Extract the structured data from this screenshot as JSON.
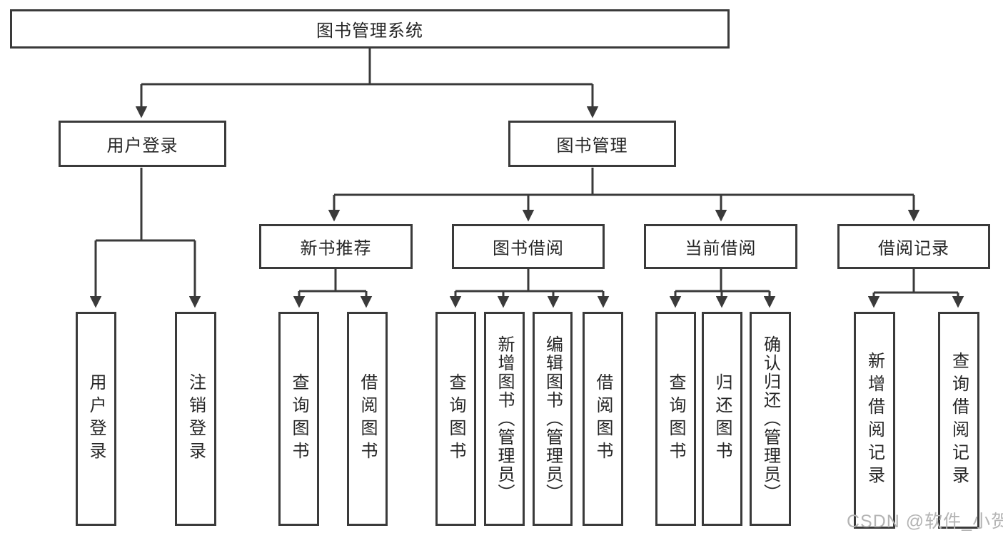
{
  "tree": {
    "root": {
      "label": "图书管理系统"
    },
    "children": [
      {
        "label": "用户登录",
        "children": [
          {
            "label": "用户登录"
          },
          {
            "label": "注销登录"
          }
        ]
      },
      {
        "label": "图书管理",
        "children": [
          {
            "label": "新书推荐",
            "children": [
              {
                "label": "查询图书"
              },
              {
                "label": "借阅图书"
              }
            ]
          },
          {
            "label": "图书借阅",
            "children": [
              {
                "label": "查询图书"
              },
              {
                "label": "新增图书（管理员）"
              },
              {
                "label": "编辑图书（管理员）"
              },
              {
                "label": "借阅图书"
              }
            ]
          },
          {
            "label": "当前借阅",
            "children": [
              {
                "label": "查询图书"
              },
              {
                "label": "归还图书"
              },
              {
                "label": "确认归还（管理员）"
              }
            ]
          },
          {
            "label": "借阅记录",
            "children": [
              {
                "label": "新增借阅记录"
              },
              {
                "label": "查询借阅记录"
              }
            ]
          }
        ]
      }
    ]
  },
  "watermark": {
    "text": "CSDN @软件_小贺同学"
  },
  "colors": {
    "line": "#3a3a3a",
    "text": "#262626",
    "watermark": "#b4b4b4",
    "background": "#ffffff"
  }
}
